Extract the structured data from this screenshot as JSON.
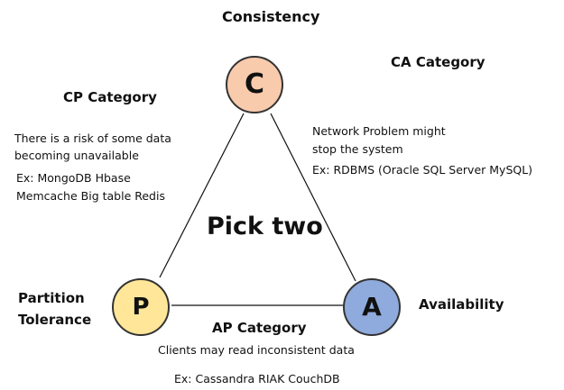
{
  "title": "Consistency",
  "vertices": {
    "c": {
      "letter": "C",
      "color": "#f8cbad"
    },
    "p": {
      "letter": "P",
      "color": "#ffe699"
    },
    "a": {
      "letter": "A",
      "color": "#8faadc"
    }
  },
  "center_label": "Pick two",
  "partition_label": [
    "Partition",
    "Tolerance"
  ],
  "availability_label": "Availability",
  "cp": {
    "heading": "CP Category",
    "desc": [
      "There is a risk of some data",
      "becoming unavailable"
    ],
    "examples": [
      "Ex: MongoDB Hbase",
      "Memcache Big table Redis"
    ]
  },
  "ca": {
    "heading": "CA Category",
    "desc": [
      "Network Problem might",
      "stop the system"
    ],
    "example": "Ex: RDBMS (Oracle SQL Server MySQL)"
  },
  "ap": {
    "heading": "AP Category",
    "desc": "Clients may read inconsistent  data",
    "example": "Ex: Cassandra RIAK CouchDB"
  }
}
